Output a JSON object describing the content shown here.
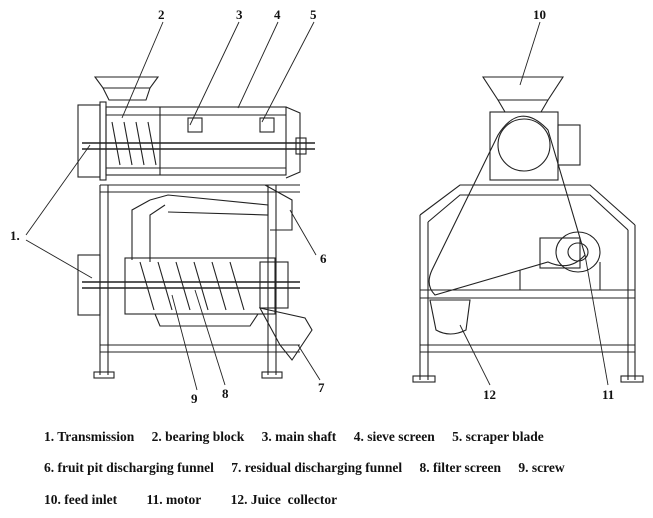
{
  "callouts": {
    "n1": "1.",
    "n2": "2",
    "n3": "3",
    "n4": "4",
    "n5": "5",
    "n6": "6",
    "n7": "7",
    "n8": "8",
    "n9": "9",
    "n10": "10",
    "n11": "11",
    "n12": "12"
  },
  "legend": {
    "row1": [
      "1. Transmission",
      "2. bearing block",
      "3. main shaft",
      "4. sieve screen",
      "5. scraper blade"
    ],
    "row2": [
      "6. fruit pit discharging funnel",
      "7. residual discharging funnel",
      "8. filter screen",
      "9. screw"
    ],
    "row3": [
      "10. feed inlet",
      "11. motor",
      "12. Juice  collector"
    ]
  }
}
